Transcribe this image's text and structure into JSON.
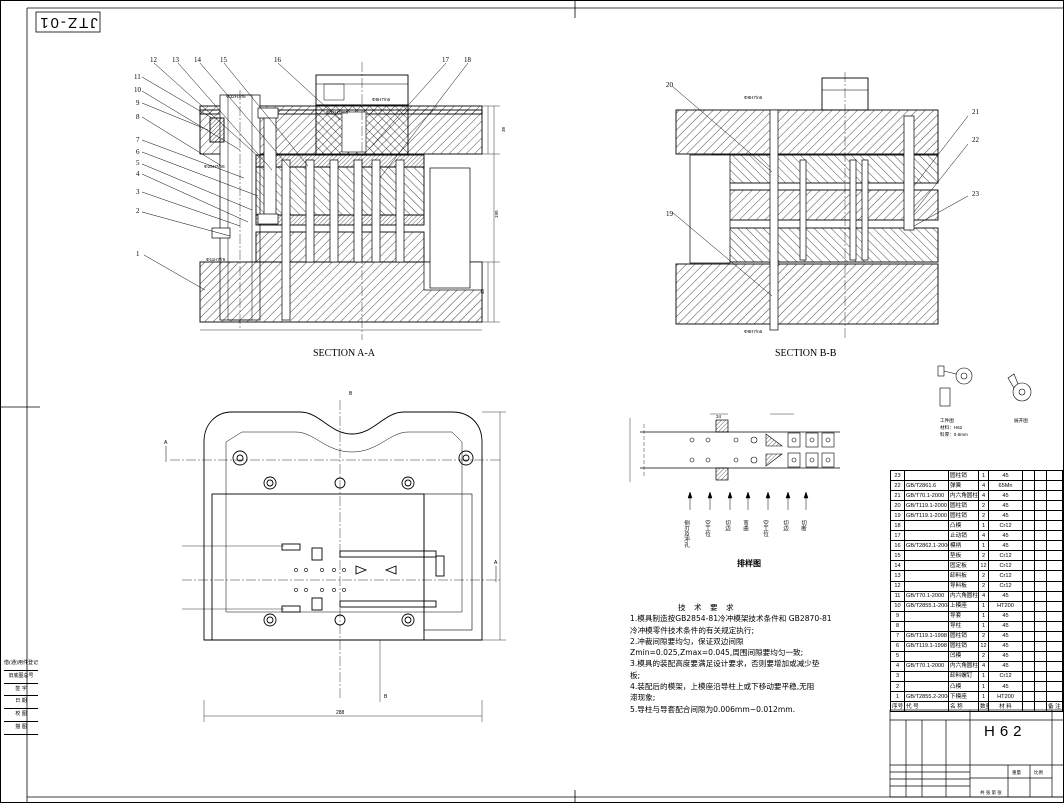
{
  "drawing_number": "JTZ-01",
  "section_a_label": "SECTION A-A",
  "section_b_label": "SECTION B-B",
  "balloons_a": [
    "1",
    "2",
    "3",
    "4",
    "5",
    "6",
    "7",
    "8",
    "9",
    "10",
    "11",
    "12",
    "13",
    "14",
    "15",
    "16",
    "17",
    "18"
  ],
  "balloons_b": [
    "19",
    "20",
    "21",
    "22",
    "23"
  ],
  "fits": {
    "f1": "Φ32H7/r6",
    "f2": "Φ32H7/m6",
    "f3": "Φ8H7/n6",
    "f4": "Φ25H7/h6",
    "f5": "Φ11H7/r6",
    "f6": "Φ8H7/n6",
    "f7": "Φ8H7/n6"
  },
  "dims": {
    "d1": "38",
    "d2": "190",
    "d3": "48",
    "d4": "288"
  },
  "section_marks": {
    "a": "A",
    "b": "B"
  },
  "strip_layout": {
    "title": "排样图",
    "dim": "34",
    "stations": [
      "侧刃及冲孔",
      "空工位",
      "切边",
      "弯曲",
      "空工位",
      "切边",
      "切断"
    ]
  },
  "workpiece": {
    "caption": "工件图",
    "material": "材料：H62",
    "thickness": "料厚：0.6mm",
    "exploded": "展开图"
  },
  "tech_req": {
    "heading": "技 术 要 求",
    "lines": [
      "1.模具制造按GB2854-81冷冲模架技术条件和 GB2870-81",
      "冷冲模零件技术条件的有关规定执行;",
      "2.冲裁间隙要均匀，保证双边间隙",
      "Zmin=0.025,Zmax=0.045,周围间隙要均匀一致;",
      "3.模具的装配高度要满足设计要求，否则要增加或减少垫",
      "板;",
      "4.装配后的模架，上模座沿导柱上或下移动要平稳,无阻",
      "滞现象;",
      "5.导柱与导套配合间隙为0.006mm~0.012mm."
    ]
  },
  "bom": [
    [
      "23",
      "",
      "圆柱销",
      "1",
      "45",
      "",
      "",
      ""
    ],
    [
      "22",
      "GB/T2861.6",
      "弹簧",
      "4",
      "65Mn",
      "",
      "",
      ""
    ],
    [
      "21",
      "GB/T70.1-2000",
      "内六角圆柱头螺钉",
      "4",
      "45",
      "",
      "",
      ""
    ],
    [
      "20",
      "GB/T119.1-2000",
      "圆柱销",
      "2",
      "45",
      "",
      "",
      ""
    ],
    [
      "19",
      "GB/T119.1-2000",
      "圆柱销",
      "2",
      "45",
      "",
      "",
      ""
    ],
    [
      "18",
      "",
      "凸模",
      "1",
      "Cr12",
      "",
      "",
      ""
    ],
    [
      "17",
      "",
      "止动销",
      "4",
      "45",
      "",
      "",
      ""
    ],
    [
      "16",
      "GB/T2862.1-2000",
      "模柄",
      "1",
      "45",
      "",
      "",
      ""
    ],
    [
      "15",
      "",
      "垫板",
      "2",
      "Cr12",
      "",
      "",
      ""
    ],
    [
      "14",
      "",
      "固定板",
      "12",
      "Cr12",
      "",
      "",
      ""
    ],
    [
      "13",
      "",
      "卸料板",
      "2",
      "Cr12",
      "",
      "",
      ""
    ],
    [
      "12",
      "",
      "导料板",
      "2",
      "Cr12",
      "",
      "",
      ""
    ],
    [
      "11",
      "GB/T70.1-2000",
      "内六角圆柱头螺钉",
      "4",
      "45",
      "",
      "",
      ""
    ],
    [
      "10",
      "GB/T2855.1-2008",
      "上模座",
      "1",
      "HT200",
      "",
      "",
      ""
    ],
    [
      "9",
      "",
      "导套",
      "1",
      "45",
      "",
      "",
      ""
    ],
    [
      "8",
      "",
      "导柱",
      "1",
      "45",
      "",
      "",
      ""
    ],
    [
      "7",
      "GB/T119.1-1998",
      "圆柱销",
      "2",
      "45",
      "",
      "",
      ""
    ],
    [
      "6",
      "GB/T119.1-1998",
      "圆柱销",
      "12",
      "45",
      "",
      "",
      ""
    ],
    [
      "5",
      "",
      "凹模",
      "2",
      "45",
      "",
      "",
      ""
    ],
    [
      "4",
      "GB/T70.1-2000",
      "内六角圆柱头螺钉",
      "4",
      "45",
      "",
      "",
      ""
    ],
    [
      "3",
      "",
      "卸料螺钉",
      "1",
      "Cr12",
      "",
      "",
      ""
    ],
    [
      "2",
      "",
      "凸模",
      "1",
      "45",
      "",
      "",
      ""
    ],
    [
      "1",
      "GB/T2855.2-2008",
      "下模座",
      "1",
      "HT200",
      "",
      "",
      ""
    ]
  ],
  "bom_header": [
    "序号",
    "代 号",
    "名 称",
    "数量",
    "材 料",
    "",
    "",
    "备 注"
  ],
  "title_block": {
    "material": "H62",
    "scale_label": "比例",
    "weight_label": "重量",
    "sheet_label": "共 张 第 张"
  },
  "left_stamp": [
    "借(通)用件登记",
    "旧底图总号",
    "签 字",
    "日 期",
    "校 图",
    "描 图"
  ]
}
